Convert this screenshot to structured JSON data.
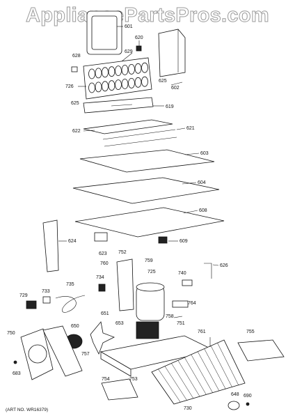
{
  "watermark": "AppliancePartsPros.com",
  "art_number": "(ART NO. WR16379)",
  "parts": [
    "601",
    "620",
    "628",
    "629",
    "726",
    "625",
    "602",
    "625",
    "619",
    "622",
    "621",
    "603",
    "604",
    "608",
    "624",
    "623",
    "609",
    "752",
    "759",
    "760",
    "725",
    "740",
    "626",
    "729",
    "733",
    "735",
    "734",
    "764",
    "651",
    "653",
    "758",
    "751",
    "761",
    "755",
    "750",
    "650",
    "757",
    "683",
    "754",
    "753",
    "730",
    "648",
    "690"
  ]
}
